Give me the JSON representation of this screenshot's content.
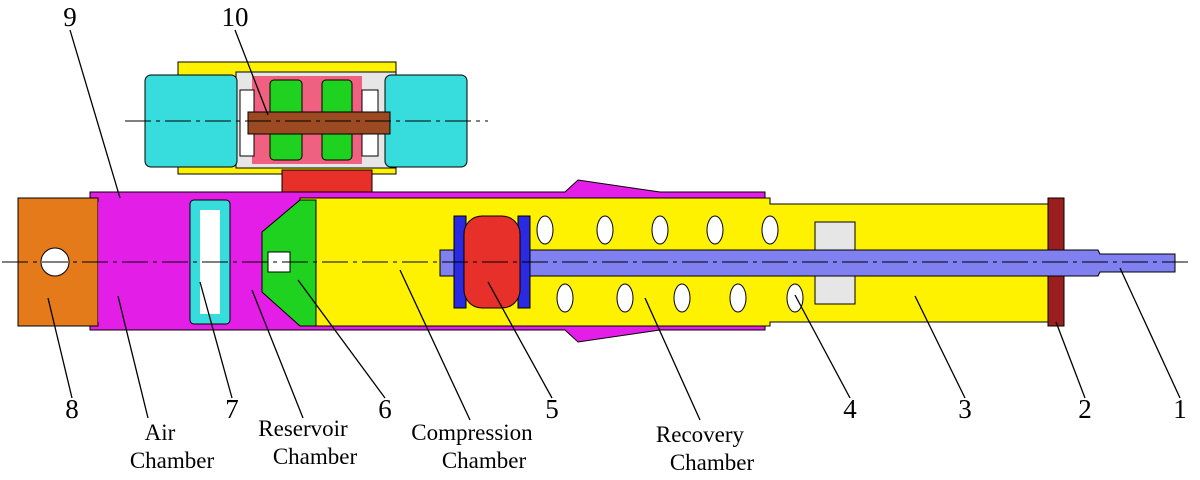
{
  "colors": {
    "magenta": "#e31ee6",
    "yellow": "#fff200",
    "cyan": "#37dcdc",
    "orange": "#e57a1a",
    "green": "#1fd21f",
    "red": "#e8302a",
    "blue": "#2a2ae0",
    "purple": "#8080f0",
    "brown": "#9b4a22",
    "darkred": "#9c1f1f",
    "pink": "#f06080",
    "lightgray": "#e6e6e6",
    "white": "#ffffff"
  },
  "part_numbers": {
    "n1": "1",
    "n2": "2",
    "n3": "3",
    "n4": "4",
    "n5": "5",
    "n6": "6",
    "n7": "7",
    "n8": "8",
    "n9": "9",
    "n10": "10"
  },
  "chamber_labels": {
    "air_1": "Air",
    "air_2": "Chamber",
    "reservoir_1": "Reservoir",
    "reservoir_2": "Chamber",
    "compression_1": "Compression",
    "compression_2": "Chamber",
    "recovery_1": "Recovery",
    "recovery_2": "Chamber"
  }
}
